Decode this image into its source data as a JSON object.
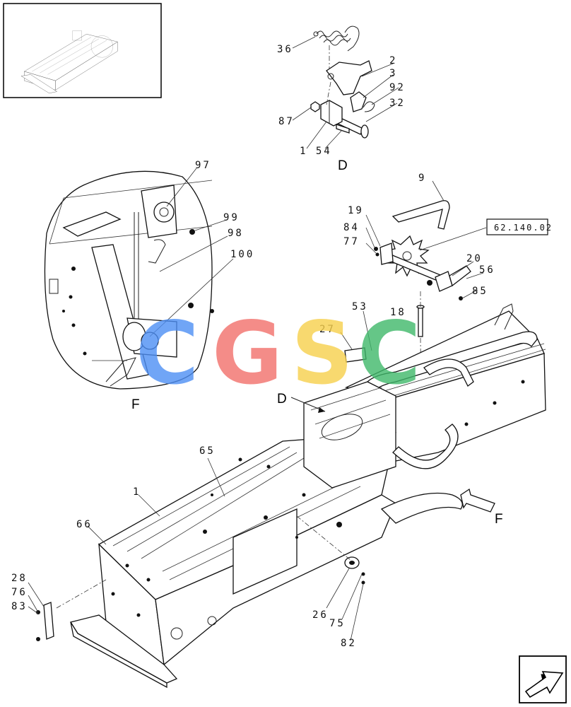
{
  "diagram": {
    "labels": {
      "p36": "36",
      "p2": "2",
      "p3": "3",
      "p92": "92",
      "p32": "32",
      "p87": "87",
      "p1_54": "1 54",
      "detailD": "D",
      "p97": "97",
      "p99": "99",
      "p98": "98",
      "p100": "100",
      "detailF": "F",
      "p9": "9",
      "p19": "19",
      "p84": "84",
      "p77": "77",
      "p20": "20",
      "p56": "56",
      "p85": "85",
      "p18": "18",
      "p53": "53",
      "p27": "27",
      "callD": "D",
      "p65": "65",
      "p1": "1",
      "p66": "66",
      "arrowF": "F",
      "p28": "28",
      "p76": "76",
      "p83": "83",
      "p26": "26",
      "p75": "75",
      "p82": "82"
    },
    "reference_box": "62.140.02",
    "watermark": {
      "text": [
        "C",
        "G",
        "S",
        "C"
      ],
      "colors": [
        "#4d8ff5",
        "#f2706b",
        "#f7d04c",
        "#3fb86a"
      ]
    }
  }
}
